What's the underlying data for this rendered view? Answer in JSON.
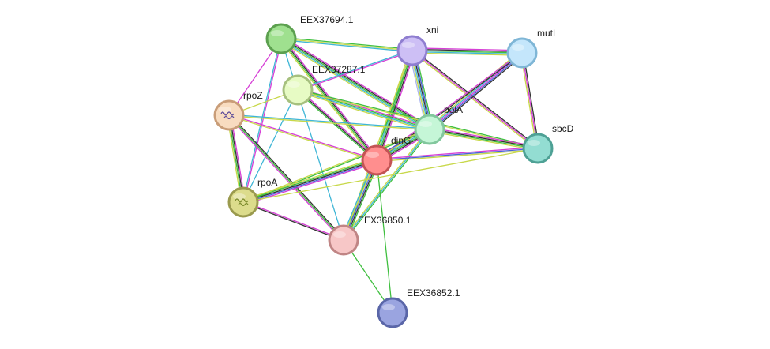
{
  "nodes": [
    {
      "id": "EEX37694.1",
      "label": "EEX37694.1",
      "fill": "#9fe08f",
      "stroke": "#5ca04f"
    },
    {
      "id": "xni",
      "label": "xni",
      "fill": "#cdbff5",
      "stroke": "#8f7ed0"
    },
    {
      "id": "mutL",
      "label": "mutL",
      "fill": "#c4e6fb",
      "stroke": "#7fb6d6"
    },
    {
      "id": "EEX37287.1",
      "label": "EEX37287.1",
      "fill": "#e7fbc4",
      "stroke": "#a6c07e"
    },
    {
      "id": "rpoZ",
      "label": "rpoZ",
      "fill": "#f8dcc0",
      "stroke": "#c99d78",
      "icon": "protein-structure-icon"
    },
    {
      "id": "polA",
      "label": "polA",
      "fill": "#c5f6d7",
      "stroke": "#82c79d"
    },
    {
      "id": "sbcD",
      "label": "sbcD",
      "fill": "#93ddd2",
      "stroke": "#4ea195"
    },
    {
      "id": "dinG",
      "label": "dinG",
      "fill": "#ff8e8e",
      "stroke": "#c35454"
    },
    {
      "id": "rpoA",
      "label": "rpoA",
      "fill": "#dcdc8c",
      "stroke": "#9a9a4e",
      "icon": "protein-structure-icon"
    },
    {
      "id": "EEX36850.1",
      "label": "EEX36850.1",
      "fill": "#f7c7c7",
      "stroke": "#c08585"
    },
    {
      "id": "EEX36852.1",
      "label": "EEX36852.1",
      "fill": "#9aa4e0",
      "stroke": "#5a66a8"
    }
  ],
  "edge_colors": {
    "green": "#3fbf3f",
    "magenta": "#d63fd6",
    "cyan": "#3fb6d6",
    "black": "#333333",
    "yellow": "#c8d84a",
    "blue": "#4a62d8",
    "lavender": "#a9b4f0"
  },
  "edges": [
    {
      "a": "EEX37694.1",
      "b": "xni",
      "c": [
        "green",
        "yellow",
        "cyan"
      ]
    },
    {
      "a": "EEX37694.1",
      "b": "polA",
      "c": [
        "magenta",
        "black",
        "green",
        "cyan",
        "yellow"
      ]
    },
    {
      "a": "EEX37694.1",
      "b": "dinG",
      "c": [
        "magenta",
        "black",
        "green",
        "yellow"
      ]
    },
    {
      "a": "EEX37694.1",
      "b": "rpoZ",
      "c": [
        "magenta"
      ]
    },
    {
      "a": "EEX37694.1",
      "b": "rpoA",
      "c": [
        "magenta",
        "cyan"
      ]
    },
    {
      "a": "EEX37694.1",
      "b": "EEX36850.1",
      "c": [
        "cyan"
      ]
    },
    {
      "a": "xni",
      "b": "mutL",
      "c": [
        "magenta",
        "black",
        "green",
        "cyan",
        "yellow"
      ]
    },
    {
      "a": "xni",
      "b": "polA",
      "c": [
        "green",
        "blue",
        "black",
        "cyan",
        "yellow",
        "lavender"
      ]
    },
    {
      "a": "xni",
      "b": "dinG",
      "c": [
        "magenta",
        "black",
        "green",
        "cyan",
        "yellow"
      ]
    },
    {
      "a": "xni",
      "b": "sbcD",
      "c": [
        "black",
        "magenta",
        "yellow"
      ]
    },
    {
      "a": "xni",
      "b": "EEX37287.1",
      "c": [
        "magenta",
        "cyan"
      ]
    },
    {
      "a": "xni",
      "b": "EEX36850.1",
      "c": [
        "green",
        "yellow"
      ]
    },
    {
      "a": "mutL",
      "b": "polA",
      "c": [
        "black",
        "blue",
        "magenta",
        "cyan",
        "yellow"
      ]
    },
    {
      "a": "mutL",
      "b": "dinG",
      "c": [
        "black",
        "magenta"
      ]
    },
    {
      "a": "mutL",
      "b": "sbcD",
      "c": [
        "black",
        "magenta",
        "yellow"
      ]
    },
    {
      "a": "EEX37287.1",
      "b": "dinG",
      "c": [
        "magenta",
        "black",
        "green"
      ]
    },
    {
      "a": "EEX37287.1",
      "b": "polA",
      "c": [
        "magenta",
        "green",
        "cyan",
        "yellow"
      ]
    },
    {
      "a": "EEX37287.1",
      "b": "sbcD",
      "c": [
        "green",
        "yellow"
      ]
    },
    {
      "a": "EEX37287.1",
      "b": "rpoZ",
      "c": [
        "yellow"
      ]
    },
    {
      "a": "EEX37287.1",
      "b": "rpoA",
      "c": [
        "cyan"
      ]
    },
    {
      "a": "rpoZ",
      "b": "dinG",
      "c": [
        "magenta",
        "yellow"
      ]
    },
    {
      "a": "rpoZ",
      "b": "polA",
      "c": [
        "cyan",
        "yellow"
      ]
    },
    {
      "a": "rpoZ",
      "b": "rpoA",
      "c": [
        "magenta",
        "black",
        "green",
        "yellow"
      ]
    },
    {
      "a": "rpoZ",
      "b": "EEX36850.1",
      "c": [
        "black",
        "green",
        "magenta"
      ]
    },
    {
      "a": "polA",
      "b": "dinG",
      "c": [
        "magenta",
        "black",
        "green",
        "cyan",
        "yellow",
        "blue"
      ]
    },
    {
      "a": "polA",
      "b": "sbcD",
      "c": [
        "magenta",
        "black",
        "green",
        "yellow"
      ]
    },
    {
      "a": "polA",
      "b": "EEX36850.1",
      "c": [
        "green",
        "cyan",
        "yellow"
      ]
    },
    {
      "a": "polA",
      "b": "rpoA",
      "c": [
        "green",
        "yellow"
      ]
    },
    {
      "a": "dinG",
      "b": "sbcD",
      "c": [
        "magenta",
        "blue",
        "yellow"
      ]
    },
    {
      "a": "dinG",
      "b": "rpoA",
      "c": [
        "magenta",
        "blue",
        "black",
        "green",
        "yellow"
      ]
    },
    {
      "a": "dinG",
      "b": "EEX36850.1",
      "c": [
        "green",
        "black",
        "blue",
        "yellow",
        "cyan"
      ]
    },
    {
      "a": "dinG",
      "b": "EEX36852.1",
      "c": [
        "green"
      ]
    },
    {
      "a": "rpoA",
      "b": "EEX36850.1",
      "c": [
        "magenta",
        "black"
      ]
    },
    {
      "a": "EEX36850.1",
      "b": "EEX36852.1",
      "c": [
        "green"
      ]
    },
    {
      "a": "rpoA",
      "b": "sbcD",
      "c": [
        "yellow"
      ]
    }
  ]
}
